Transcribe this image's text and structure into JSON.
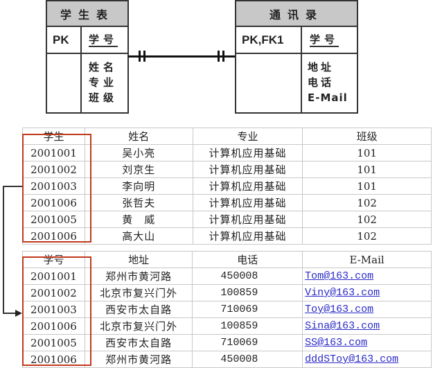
{
  "er_diagram": {
    "left_entity": {
      "title": "学生表",
      "key_label": "PK",
      "key_attribute": "学号",
      "attributes": [
        "姓名",
        "专业",
        "班级"
      ]
    },
    "right_entity": {
      "title": "通讯录",
      "key_label": "PK,FK1",
      "key_attribute": "学号",
      "attributes": [
        "地址",
        "电话",
        "E-Mail"
      ]
    },
    "relationship": "one-to-one"
  },
  "student_table": {
    "headers": [
      "学生",
      "姓名",
      "专业",
      "班级"
    ],
    "rows": [
      [
        "2001001",
        "吴小亮",
        "计算机应用基础",
        "101"
      ],
      [
        "2001002",
        "刘京生",
        "计算机应用基础",
        "101"
      ],
      [
        "2001003",
        "李向明",
        "计算机应用基础",
        "101"
      ],
      [
        "2001006",
        "张哲夫",
        "计算机应用基础",
        "102"
      ],
      [
        "2001005",
        "黄　威",
        "计算机应用基础",
        "102"
      ],
      [
        "2001006",
        "高大山",
        "计算机应用基础",
        "102"
      ]
    ]
  },
  "contact_table": {
    "headers": [
      "学号",
      "地址",
      "电话",
      "E-Mail"
    ],
    "rows": [
      [
        "2001001",
        "郑州市黄河路",
        "450008",
        "Tom@163.com"
      ],
      [
        "2001002",
        "北京市复兴门外",
        "100859",
        "Viny@163.com"
      ],
      [
        "2001003",
        "西安市太自路",
        "710069",
        "Toy@163.com"
      ],
      [
        "2001006",
        "北京市复兴门外",
        "100859",
        "Sina@163.com"
      ],
      [
        "2001005",
        "西安市太自路",
        "710069",
        "SS@163.com"
      ],
      [
        "2001006",
        "郑州市黄河路",
        "450008",
        "dddSToy@163.com"
      ]
    ]
  },
  "colors": {
    "highlight_box": "#c0391b",
    "entity_header": "#c8c8c8",
    "link": "#2a2ac8"
  }
}
